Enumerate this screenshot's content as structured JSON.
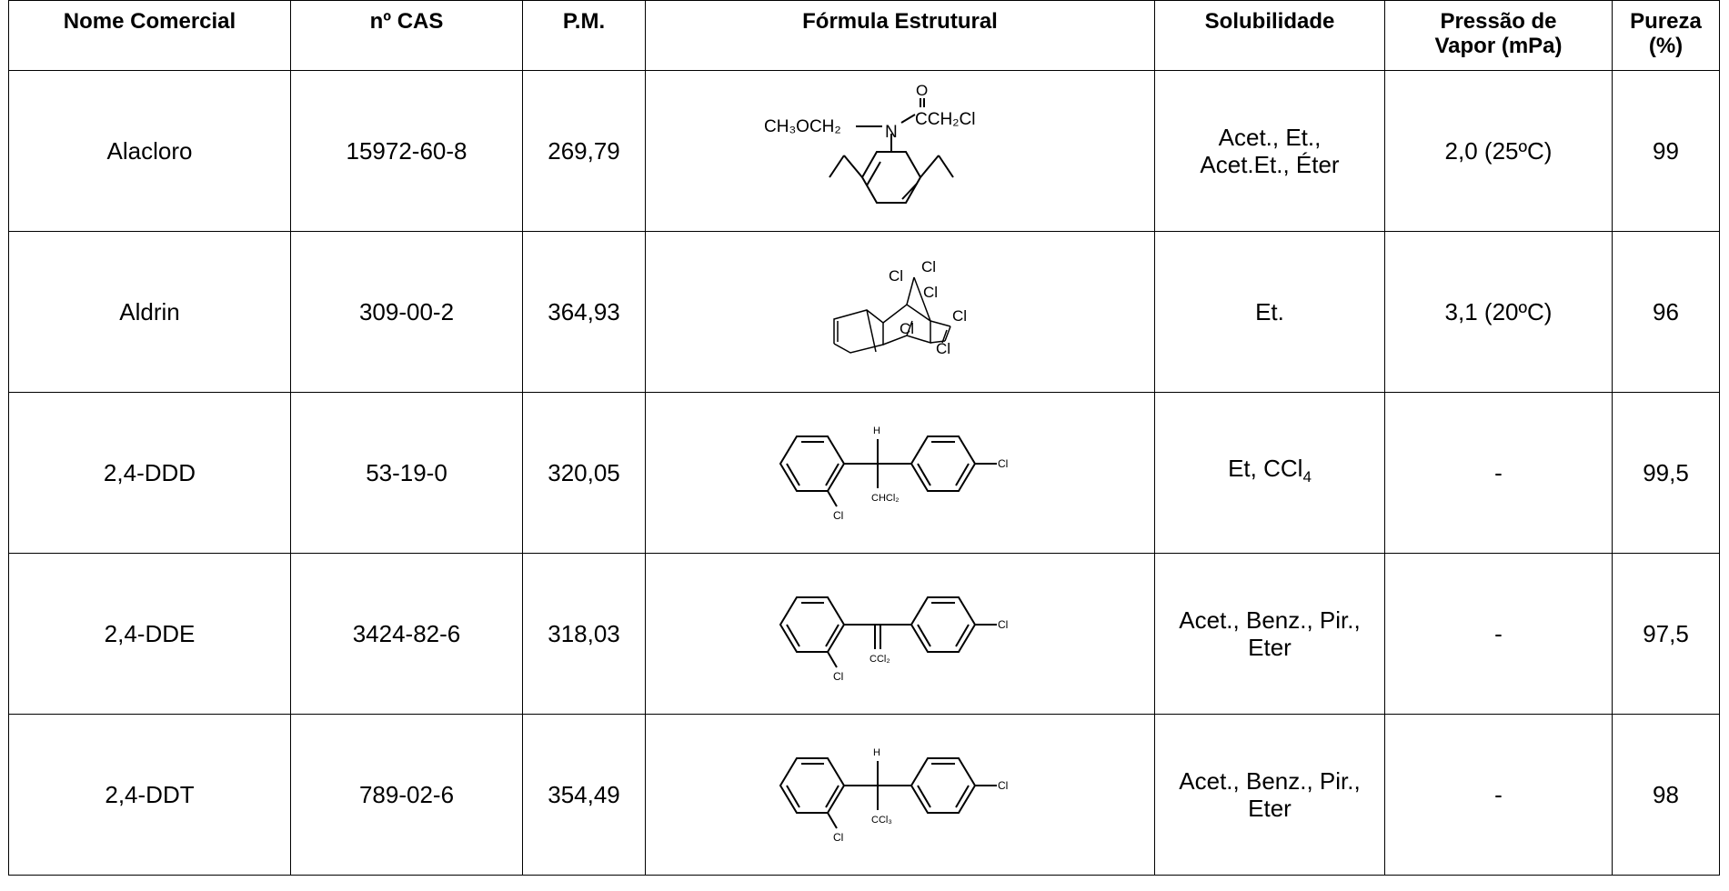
{
  "table": {
    "headers": {
      "nome": "Nome Comercial",
      "cas": "nº CAS",
      "pm": "P.M.",
      "formula": "Fórmula Estrutural",
      "sol": "Solubilidade",
      "vapor_l1": "Pressão de",
      "vapor_l2": "Vapor (mPa)",
      "pureza_l1": "Pureza",
      "pureza_l2": "(%)"
    },
    "rows": [
      {
        "name": "Alacloro",
        "cas": "15972-60-8",
        "pm": "269,79",
        "sol_l1": "Acet., Et.,",
        "sol_l2": "Acet.Et., Éter",
        "vapor": "2,0 (25ºC)",
        "purity": "99"
      },
      {
        "name": "Aldrin",
        "cas": "309-00-2",
        "pm": "364,93",
        "sol_l1": "Et.",
        "vapor": "3,1 (20ºC)",
        "purity": "96"
      },
      {
        "name": "2,4-DDD",
        "cas": "53-19-0",
        "pm": "320,05",
        "sol_l1": "Et, CCl",
        "sol_sub": "4",
        "vapor": "-",
        "purity": "99,5"
      },
      {
        "name": "2,4-DDE",
        "cas": "3424-82-6",
        "pm": "318,03",
        "sol_l1": "Acet., Benz., Pir.,",
        "sol_l2": "Eter",
        "vapor": "-",
        "purity": "97,5"
      },
      {
        "name": "2,4-DDT",
        "cas": "789-02-6",
        "pm": "354,49",
        "sol_l1": "Acet., Benz., Pir.,",
        "sol_l2": "Eter",
        "vapor": "-",
        "purity": "98"
      }
    ],
    "structures": {
      "alachlor": {
        "left": "CH₃OCH₂",
        "n": "N",
        "o": "O",
        "right": "CCH₂Cl"
      },
      "aldrin": {
        "cl": "Cl"
      },
      "ddd": {
        "h": "H",
        "cl": "Cl",
        "sub": "CHCl₂"
      },
      "dde": {
        "cl": "Cl",
        "sub": "CCl₂"
      },
      "ddt": {
        "h": "H",
        "cl": "Cl",
        "sub": "CCl₃"
      }
    }
  }
}
